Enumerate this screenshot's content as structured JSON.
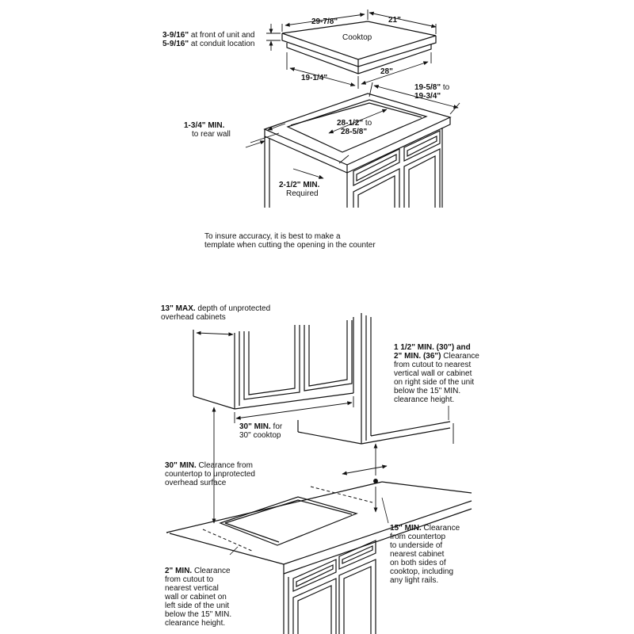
{
  "top": {
    "cooktop_label": "Cooktop",
    "width": "29-7/8\"",
    "depth": "21\"",
    "height_front": "3-9/16\"",
    "height_front_desc": " at front of unit and",
    "height_conduit": "5-9/16\"",
    "height_conduit_desc": " at conduit location",
    "bottom_depth": "19-1/4\"",
    "bottom_width": "28\"",
    "cutout_depth_a": "19-5/8\"",
    "cutout_depth_to": " to",
    "cutout_depth_b": "19-3/4\"",
    "cutout_width_a": "28-1/2\"",
    "cutout_width_to": " to",
    "cutout_width_b": "28-5/8\"",
    "rear_wall_value": "1-3/4\" MIN.",
    "rear_wall_desc": "to rear wall",
    "front_value": "2-1/2\" MIN.",
    "front_desc": "Required"
  },
  "note": {
    "line1": "To insure accuracy, it is best to make a",
    "line2": "template when cutting the opening in the counter"
  },
  "bottom": {
    "overhead_depth_value": "13\" MAX.",
    "overhead_depth_desc_1": " depth of unprotected",
    "overhead_depth_desc_2": "overhead cabinets",
    "right_clear_1": "1 1/2\" MIN. (30\") and",
    "right_clear_2b": "2\" MIN. (36\")",
    "right_clear_2": " Clearance",
    "right_clear_3": "from cutout to nearest",
    "right_clear_4": "vertical wall or cabinet",
    "right_clear_5": "on right side of the unit",
    "right_clear_6": "below the 15\" MIN.",
    "right_clear_7": "clearance height.",
    "width_value": "30\" MIN.",
    "width_desc_1": " for",
    "width_desc_2": "30\" cooktop",
    "overhead_value": "30\" MIN.",
    "overhead_desc_1": " Clearance from",
    "overhead_desc_2": "countertop to unprotected",
    "overhead_desc_3": "overhead surface",
    "side_value": "15\" MIN.",
    "side_desc_1": " Clearance",
    "side_desc_2": "from countertop",
    "side_desc_3": "to underside of",
    "side_desc_4": "nearest cabinet",
    "side_desc_5": "on both sides of",
    "side_desc_6": "cooktop, including",
    "side_desc_7": "any light rails.",
    "left_value": "2\" MIN.",
    "left_desc_1": " Clearance",
    "left_desc_2": "from cutout to",
    "left_desc_3": "nearest vertical",
    "left_desc_4": "wall or cabinet on",
    "left_desc_5": "left side of the unit",
    "left_desc_6": "below the 15\" MIN.",
    "left_desc_7": "clearance height."
  }
}
